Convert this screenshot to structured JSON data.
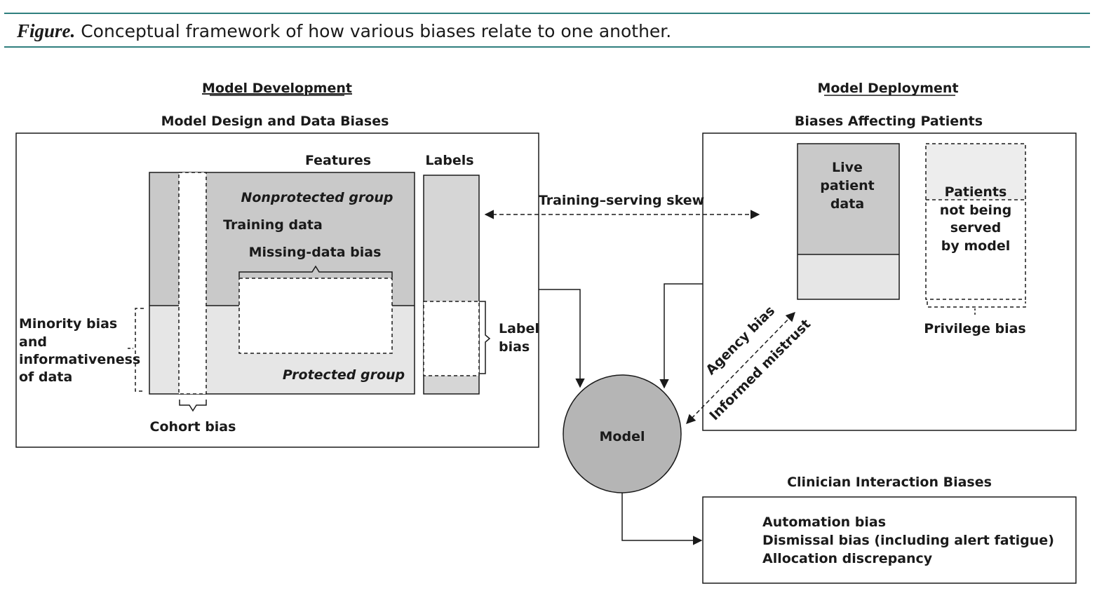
{
  "caption": {
    "label": "Figure.",
    "text": " Conceptual framework of how various biases relate to one another."
  },
  "development": {
    "heading": "Model Development",
    "box_title": "Model Design and Data Biases",
    "features_label": "Features",
    "labels_label": "Labels",
    "nonprotected_group": "Nonprotected group",
    "training_data": "Training data",
    "missing_data_bias": "Missing-data bias",
    "protected_group": "Protected group",
    "minority_bias": [
      "Minority bias",
      "and",
      "informativeness",
      "of data"
    ],
    "cohort_bias": "Cohort bias",
    "label_bias": [
      "Label",
      "bias"
    ]
  },
  "skew": {
    "label": "Training–serving skew"
  },
  "model": {
    "label": "Model"
  },
  "deployment": {
    "heading": "Model Deployment",
    "box_title": "Biases Affecting Patients",
    "live_data": [
      "Live",
      "patient",
      "data"
    ],
    "not_served": [
      "Patients",
      "not being",
      "served",
      "by model"
    ],
    "privilege_bias": "Privilege bias",
    "agency_bias": "Agency bias",
    "informed_mistrust": "Informed mistrust"
  },
  "clinician": {
    "box_title": "Clinician Interaction Biases",
    "items": [
      "Automation bias",
      "Dismissal bias (including alert fatigue)",
      "Allocation discrepancy"
    ]
  },
  "colors": {
    "rule": "#2f7f7e",
    "dark_fill": "#c9c9c9",
    "light_fill": "#e6e6e6",
    "model_fill": "#b5b5b5"
  }
}
